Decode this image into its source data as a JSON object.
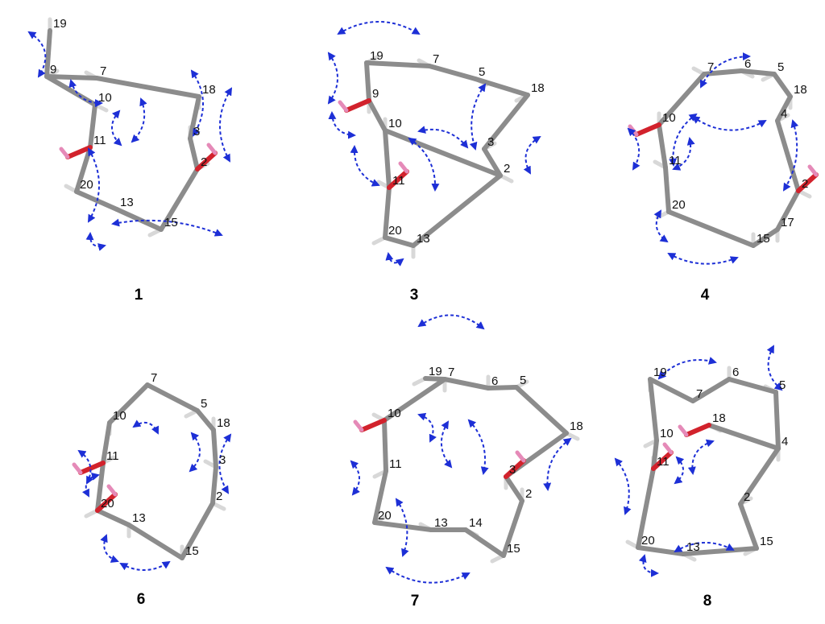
{
  "colors": {
    "background": "#ffffff",
    "bond_carbon": "#8c8c8c",
    "bond_hydrogen": "#d8d8d8",
    "bond_oxygen": "#d2222c",
    "bond_oh_hydrogen": "#e58ab8",
    "noe_arrow": "#1d2fd6",
    "label_text": "#111111"
  },
  "panels": [
    {
      "id": "1",
      "label": "1",
      "atom_labels": [
        "19",
        "9",
        "7",
        "10",
        "11",
        "18",
        "3",
        "2",
        "20",
        "13",
        "15"
      ]
    },
    {
      "id": "3",
      "label": "3",
      "atom_labels": [
        "19",
        "7",
        "5",
        "18",
        "9",
        "10",
        "3",
        "11",
        "2",
        "20",
        "13"
      ]
    },
    {
      "id": "4",
      "label": "4",
      "atom_labels": [
        "7",
        "6",
        "5",
        "18",
        "10",
        "4",
        "11",
        "2",
        "20",
        "17",
        "15"
      ]
    },
    {
      "id": "6",
      "label": "6",
      "atom_labels": [
        "7",
        "5",
        "10",
        "18",
        "11",
        "3",
        "2",
        "20",
        "13",
        "15"
      ]
    },
    {
      "id": "7",
      "label": "7",
      "atom_labels": [
        "19",
        "7",
        "6",
        "5",
        "10",
        "18",
        "11",
        "3",
        "2",
        "20",
        "13",
        "14",
        "15"
      ]
    },
    {
      "id": "8",
      "label": "8",
      "atom_labels": [
        "19",
        "6",
        "7",
        "5",
        "18",
        "10",
        "4",
        "11",
        "2",
        "20",
        "13",
        "15"
      ]
    }
  ]
}
